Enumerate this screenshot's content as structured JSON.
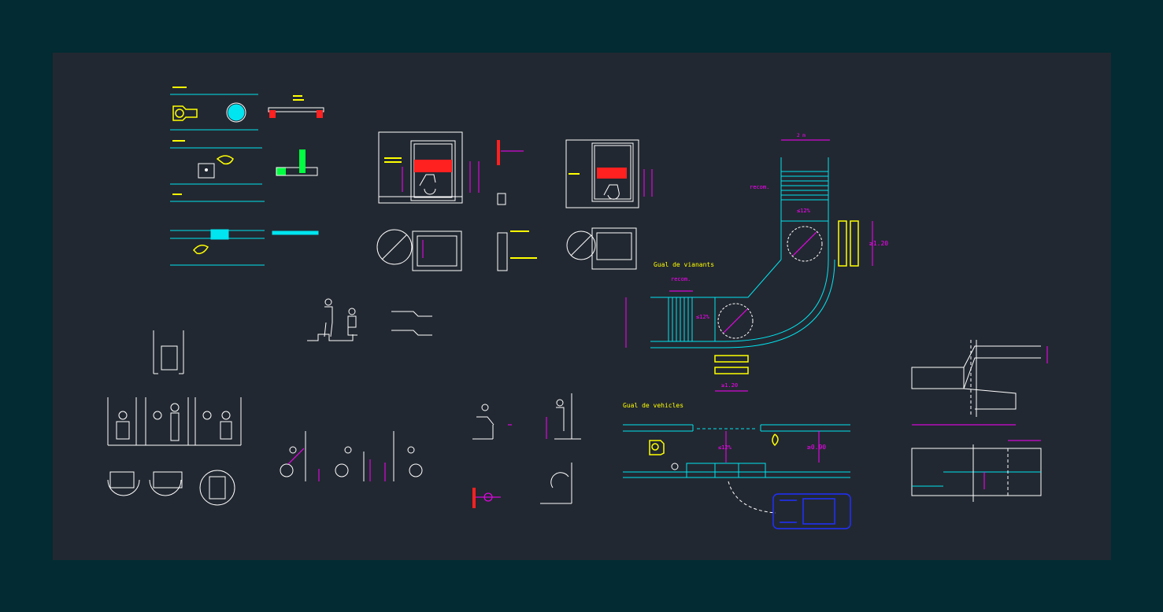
{
  "colors": {
    "outer_background": "#022b33",
    "sheet_background": "#222831",
    "white_lines": "#ffffff",
    "cyan_lines": "#00e5f0",
    "magenta_dimensions": "#ff00ff",
    "yellow_text": "#ffff00",
    "red_hatch": "#ff2020",
    "green": "#00ff40",
    "blue_vehicle": "#2030ff"
  },
  "pedestrian_pass": {
    "title": "Gual de vianants",
    "recom_top": "recom.",
    "recom_left": "recom.",
    "width_top": "2 m",
    "slope_top": "≤12%",
    "slope_left": "≤12%",
    "dim_right": "≥1.20",
    "dim_bottom": "≥1.20"
  },
  "vehicle_pass": {
    "title": "Gual de vehicles",
    "slope": "≤12%",
    "dim": "≥0.90"
  },
  "icons": {
    "wheelchair": "wheelchair-user-icon",
    "turning_circle": "turning-circle-icon",
    "car": "car-plan-icon",
    "person": "standing-person-icon"
  }
}
